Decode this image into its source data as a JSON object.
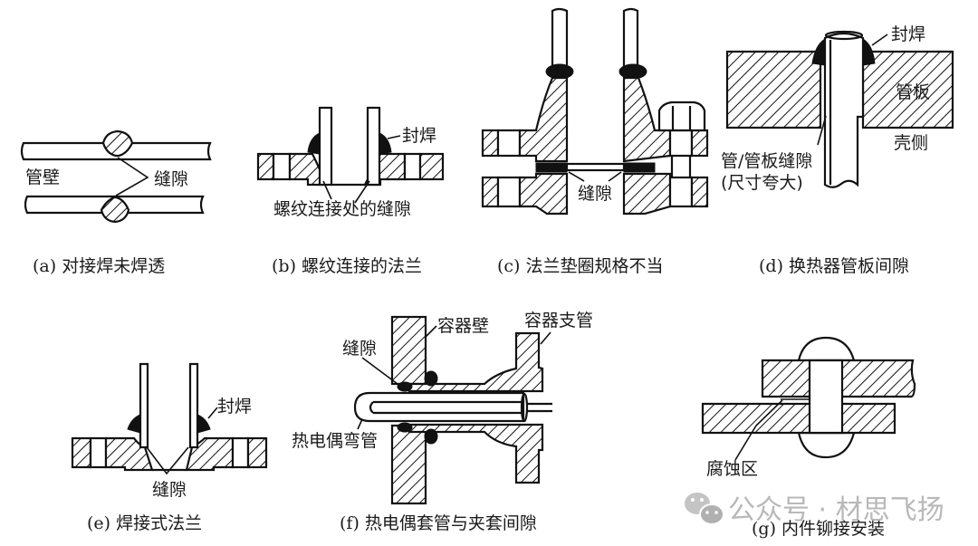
{
  "panels": {
    "a": {
      "caption": "(a) 对接焊未焊透",
      "labels": {
        "wall": "管壁",
        "gap": "缝隙"
      }
    },
    "b": {
      "caption": "(b) 螺纹连接的法兰",
      "labels": {
        "seal_weld": "封焊",
        "thread_gap": "螺纹连接处的缝隙"
      }
    },
    "c": {
      "caption": "(c) 法兰垫圈规格不当",
      "labels": {
        "gap": "缝隙"
      }
    },
    "d": {
      "caption": "(d) 换热器管板间隙",
      "labels": {
        "seal_weld": "封焊",
        "tube_sheet": "管板",
        "shell_side": "壳侧",
        "gap_line1": "管/管板缝隙",
        "gap_line2": "(尺寸夸大)"
      }
    },
    "e": {
      "caption": "(e) 焊接式法兰",
      "labels": {
        "seal_weld": "封焊",
        "gap": "缝隙"
      }
    },
    "f": {
      "caption": "(f) 热电偶套管与夹套间隙",
      "labels": {
        "vessel_wall": "容器壁",
        "nozzle": "容器支管",
        "gap": "缝隙",
        "thermowell": "热电偶弯管"
      }
    },
    "g": {
      "caption": "(g) 内件铆接安装",
      "labels": {
        "corrosion_zone": "腐蚀区"
      }
    }
  },
  "watermark": {
    "text": "公众号 · 材思飞扬",
    "icon": "wechat-icon"
  }
}
